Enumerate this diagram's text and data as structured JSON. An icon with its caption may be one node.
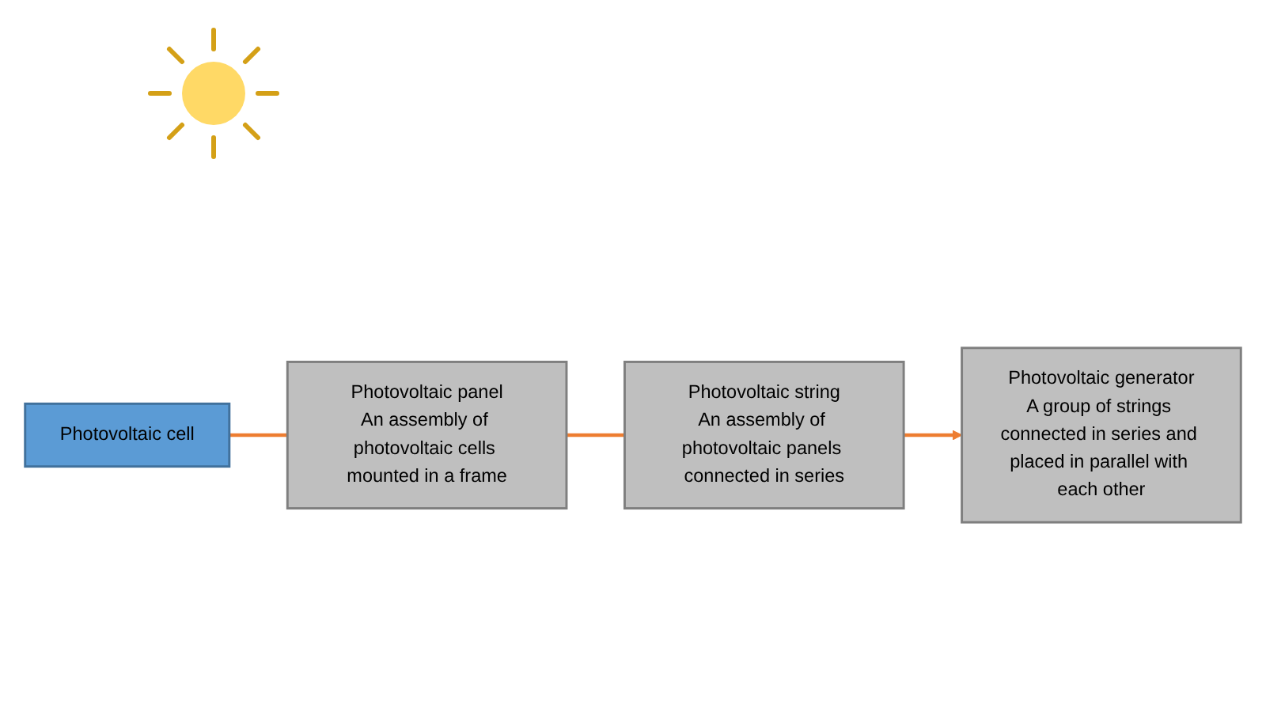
{
  "diagram": {
    "nodes": [
      {
        "text": [
          "Photovoltaic cell"
        ]
      },
      {
        "text": [
          "Photovoltaic panel",
          "An assembly of photovoltaic cells mounted in a frame"
        ]
      },
      {
        "text": [
          "Photovoltaic string",
          "An assembly of photovoltaic panels connected in series"
        ]
      },
      {
        "text": [
          "Photovoltaic generator",
          "A group of strings connected in series and placed in parallel with each other"
        ]
      }
    ],
    "edges": [
      {
        "from": 0,
        "to": 1,
        "arrow": "none"
      },
      {
        "from": 1,
        "to": 2,
        "arrow": "none"
      },
      {
        "from": 2,
        "to": 3,
        "arrow": "to"
      }
    ]
  }
}
